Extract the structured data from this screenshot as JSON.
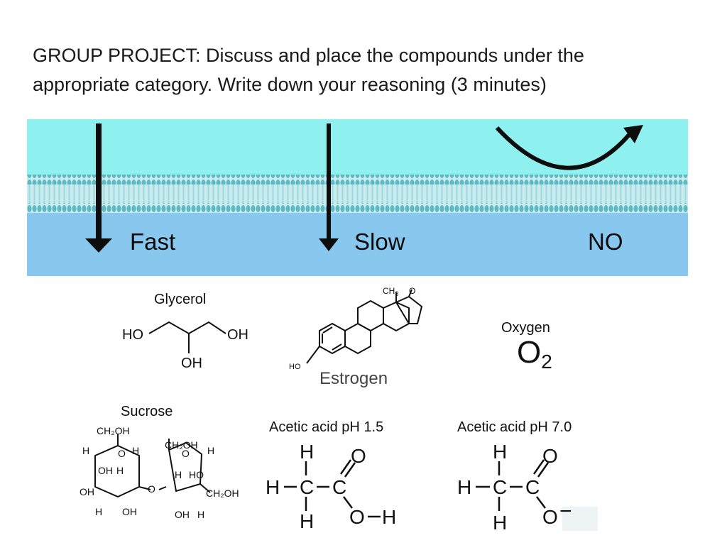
{
  "slide": {
    "title_line1": "GROUP PROJECT: Discuss and place the compounds under the",
    "title_line2": "appropriate category.  Write down your reasoning (3 minutes)"
  },
  "categories": {
    "fast": "Fast",
    "slow": "Slow",
    "no": "NO"
  },
  "compounds": {
    "glycerol": {
      "name": "Glycerol",
      "ho": "HO",
      "oh": "OH",
      "oh2": "OH"
    },
    "estrogen": {
      "name": "Estrogen",
      "ch3": "CH",
      "ch3_sub": "3",
      "o": "O",
      "ho": "HO"
    },
    "oxygen": {
      "name": "Oxygen",
      "formula": "O",
      "formula_sub": "2"
    },
    "sucrose": {
      "name": "Sucrose"
    },
    "acetic_low": {
      "name": "Acetic acid pH 1.5"
    },
    "acetic_neutral": {
      "name": "Acetic acid pH 7.0"
    }
  },
  "colors": {
    "water_top": "#8ff0f0",
    "water_bottom": "#88c8ee",
    "lipid": "#7fc8cf"
  }
}
